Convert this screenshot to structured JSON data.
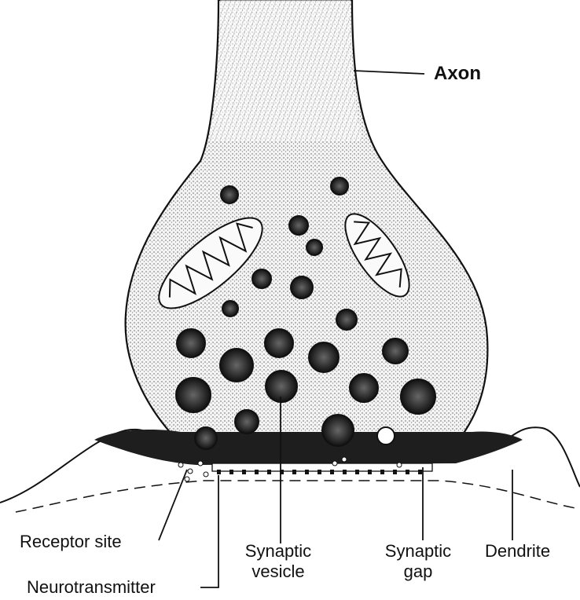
{
  "labels": {
    "axon": "Axon",
    "receptor_site": "Receptor site",
    "neurotransmitter": "Neurotransmitter",
    "synaptic_vesicle_line1": "Synaptic",
    "synaptic_vesicle_line2": "vesicle",
    "synaptic_gap_line1": "Synaptic",
    "synaptic_gap_line2": "gap",
    "dendrite": "Dendrite"
  },
  "colors": {
    "ink": "#111111",
    "paper": "#ffffff",
    "stipple": "#555555"
  }
}
